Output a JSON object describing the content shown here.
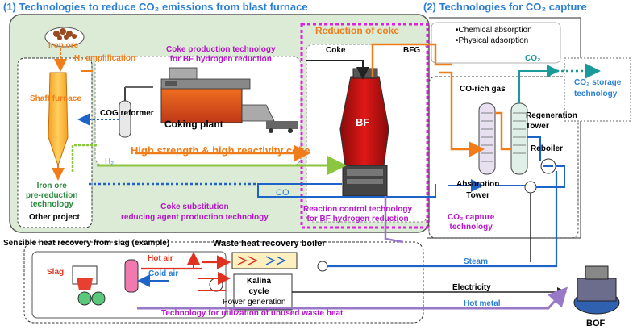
{
  "sections": {
    "blast_furnace_title": "(1) Technologies to reduce CO₂ emissions from blast furnace",
    "capture_title": "(2) Technologies for CO₂ capture",
    "reduction_of_coke": "Reduction of coke",
    "other_project": "Other project",
    "slag_title": "Sensible heat recovery from slag (example)",
    "waste_heat_boiler": "Waste heat recovery boiler"
  },
  "labels": {
    "iron_ore": "Iron ore",
    "h2_amplification": "H₂ amplification",
    "coke_production": "Coke production technology\nfor BF hydrogen reduction",
    "coke": "Coke",
    "bfg": "BFG",
    "chemical_absorption": "•Chemical absorption",
    "physical_adsorption": "•Physical adsorption",
    "co2_top": "CO₂",
    "co2_storage": "CO₂ storage\ntechnology",
    "shaft_furnace": "Shaft furnace",
    "cog_reformer": "COG reformer",
    "coking_plant": "Coking plant",
    "co_rich_gas": "CO-rich gas",
    "regeneration_tower": "Regeneration\nTower",
    "reboiler": "Reboiler",
    "bf": "BF",
    "high_strength_coke": "High strength & high reactivity coke",
    "h2": "H₂",
    "absorption_tower": "Absorption\nTower",
    "iron_ore_preduction": "Iron ore\npre-reduction\ntechnology",
    "co": "CO",
    "coke_substitution": "Coke substitution\nreducing agent production technology",
    "reaction_control": "Reaction control technology\nfor BF hydrogen reduction",
    "co2_capture_tech": "CO₂ capture\ntechnology",
    "slag": "Slag",
    "hot_air": "Hot air",
    "cold_air": "Cold air",
    "steam": "Steam",
    "kalina": "Kalina\ncycle",
    "power_generation": "Power generation",
    "electricity": "Electricity",
    "unused_waste_heat": "Technology for utilization of unused waste heat",
    "hot_metal": "Hot metal",
    "bof": "BOF"
  },
  "colors": {
    "title_blue": "#2a7fd4",
    "orange": "#f07d1a",
    "purple": "#b516c8",
    "green": "#2a8a3c",
    "red": "#e0341f",
    "panel_green": "#dcebd6",
    "magenta_box": "#e020e0"
  }
}
